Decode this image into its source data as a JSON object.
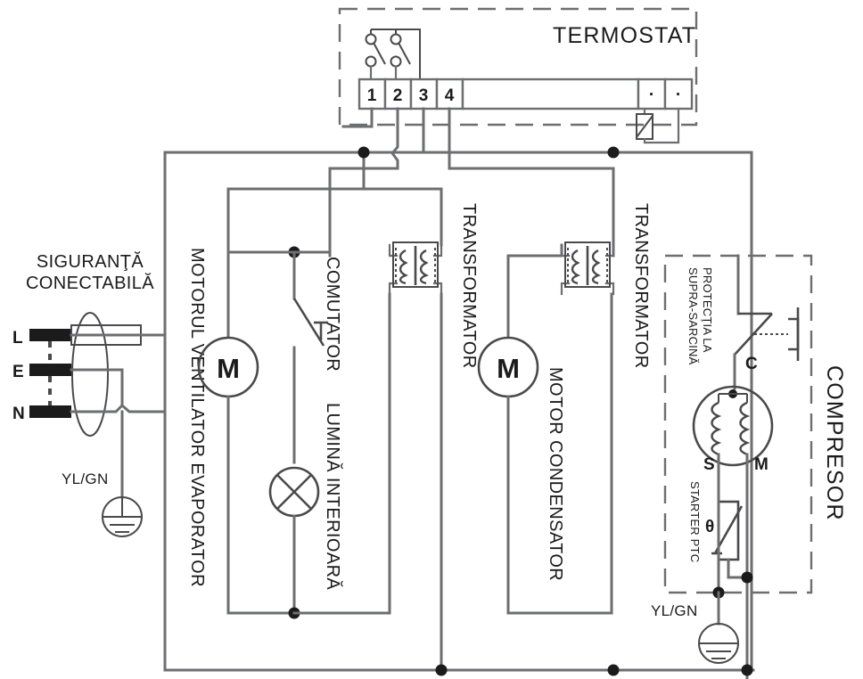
{
  "diagram": {
    "title": "Schema electrica frigider",
    "language": "ro",
    "line_color": "#6d6e70",
    "symbol_color": "#4a4a4c",
    "node_color": "#1b1b1b",
    "background": "#ffffff"
  },
  "thermostat": {
    "label": "TERMOSTAT",
    "terminals": [
      "1",
      "2",
      "3",
      "4"
    ],
    "extra_terminals": [
      "·",
      "·"
    ],
    "switch_count": 2
  },
  "supply": {
    "label_line1": "SIGURANŢĂ",
    "label_line2": "CONECTABILĂ",
    "pins": [
      "L",
      "E",
      "N"
    ],
    "earth_wire": "YL/GN"
  },
  "evaporator_fan": {
    "label": "MOTORUL VENTILATOR EVAPORATOR",
    "motor_symbol": "M"
  },
  "door_switch": {
    "label": "COMUTATOR"
  },
  "interior_light": {
    "label": "LUMINĂ INTERIOARĂ"
  },
  "transformer_left": {
    "label": "TRANSFORMATOR"
  },
  "transformer_right": {
    "label": "TRANSFORMATOR"
  },
  "condenser_fan": {
    "label": "MOTOR CONDENSATOR",
    "motor_symbol": "M"
  },
  "compressor": {
    "label": "COMPRESOR",
    "overload_label_line1": "PROTECŢIA LA",
    "overload_label_line2": "SUPRA-SARCINĂ",
    "starter_label": "STARTER PTC",
    "thermistor_symbol": "θ",
    "winding_common": "C",
    "winding_start": "S",
    "winding_main": "M",
    "earth_wire": "YL/GN"
  }
}
